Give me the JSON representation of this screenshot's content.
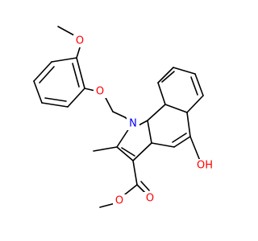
{
  "atoms": {
    "methoxy_top_O": "O",
    "ether_O": "O",
    "indole_N": "N",
    "hydroxyl_OH": "OH",
    "ester_carbonyl_O": "O",
    "ester_O": "O"
  },
  "colors": {
    "oxygen": "#ff0000",
    "nitrogen": "#0000ff",
    "bond": "#000000"
  }
}
